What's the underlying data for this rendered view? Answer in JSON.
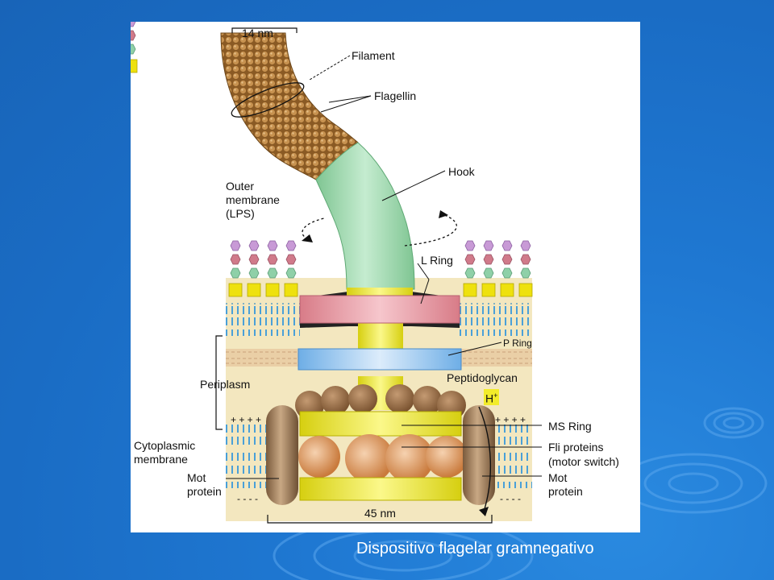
{
  "caption": "Dispositivo flagelar gramnegativo",
  "colors": {
    "background": "#1f78d2",
    "filament": "#a8763a",
    "hook": "#a9dcb4",
    "l_ring": "#e7a0a8",
    "p_ring": "#9cc8ee",
    "rod": "#f2ec2a",
    "mot": "#9b7a57",
    "fli": "#e7a577"
  },
  "labels": {
    "scale_top": "14 nm",
    "filament": "Filament",
    "flagellin": "Flagellin",
    "hook": "Hook",
    "outer_membrane": [
      "Outer",
      "membrane",
      "(LPS)"
    ],
    "l_ring": "L Ring",
    "p_ring": "P Ring",
    "peptidoglycan": "Peptidoglycan",
    "h_plus": "H",
    "h_plus_sup": "+",
    "periplasm": "Periplasm",
    "ms_ring": "MS Ring",
    "fli_proteins": [
      "Fli proteins",
      "(motor switch)"
    ],
    "cytoplasmic_membrane": [
      "Cytoplasmic",
      "membrane"
    ],
    "mot_left": [
      "Mot",
      "protein"
    ],
    "mot_right": [
      "Mot",
      "protein"
    ],
    "scale_bottom": "45 nm",
    "charges_plus": "+ + + +",
    "charges_minus": "- - - -"
  }
}
